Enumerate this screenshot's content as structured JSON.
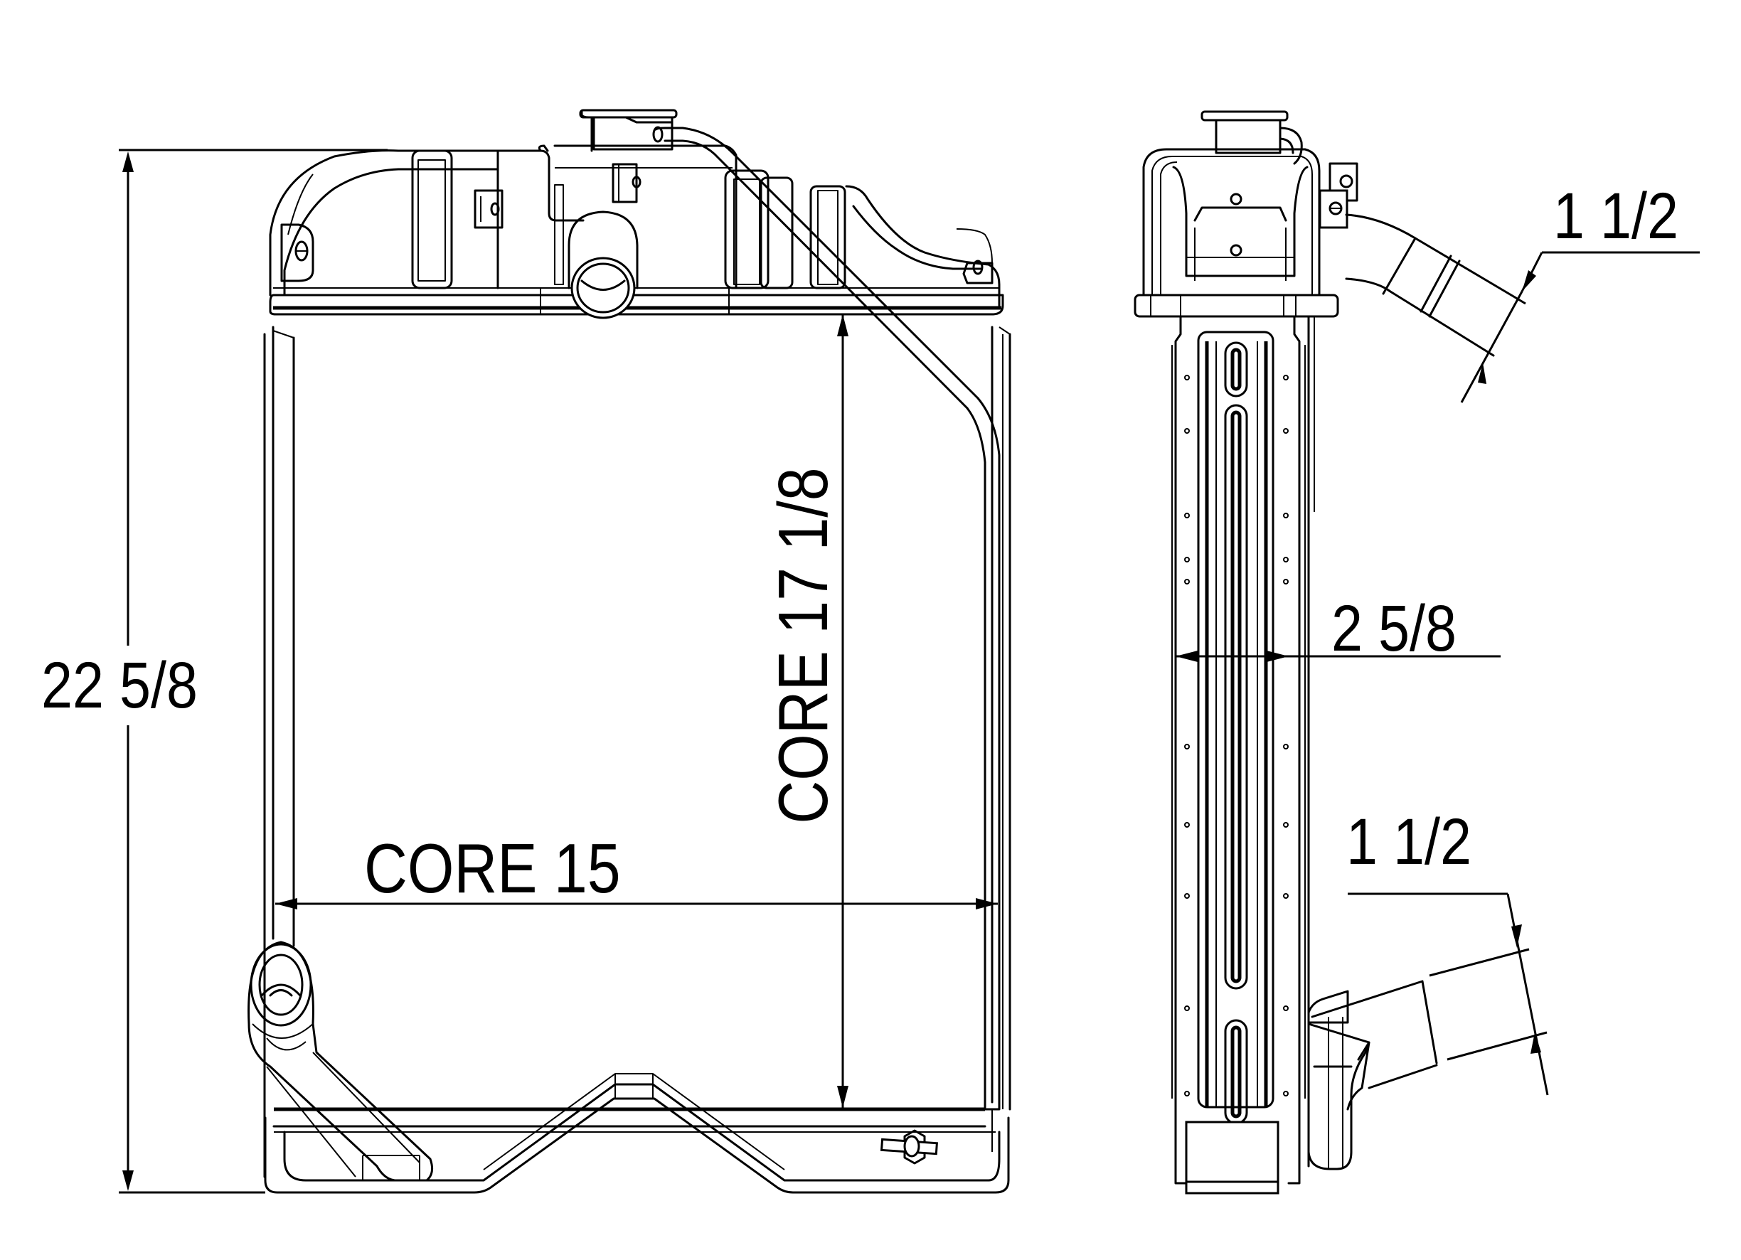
{
  "drawing": {
    "type": "radiator technical drawing",
    "views": [
      "front-view",
      "side-view"
    ],
    "line_color": "#000000",
    "background": "#ffffff"
  },
  "dimensions": {
    "overall_height": {
      "label": "22 5/8",
      "value": 22.625,
      "unit": "in"
    },
    "core_width": {
      "label": "CORE 15",
      "value": 15,
      "unit": "in"
    },
    "core_height": {
      "label": "CORE 17 1/8",
      "value": 17.125,
      "unit": "in"
    },
    "core_depth": {
      "label": "2 5/8",
      "value": 2.625,
      "unit": "in"
    },
    "upper_hose": {
      "label": "1 1/2",
      "value": 1.5,
      "unit": "in"
    },
    "lower_hose": {
      "label": "1 1/2",
      "value": 1.5,
      "unit": "in"
    }
  }
}
